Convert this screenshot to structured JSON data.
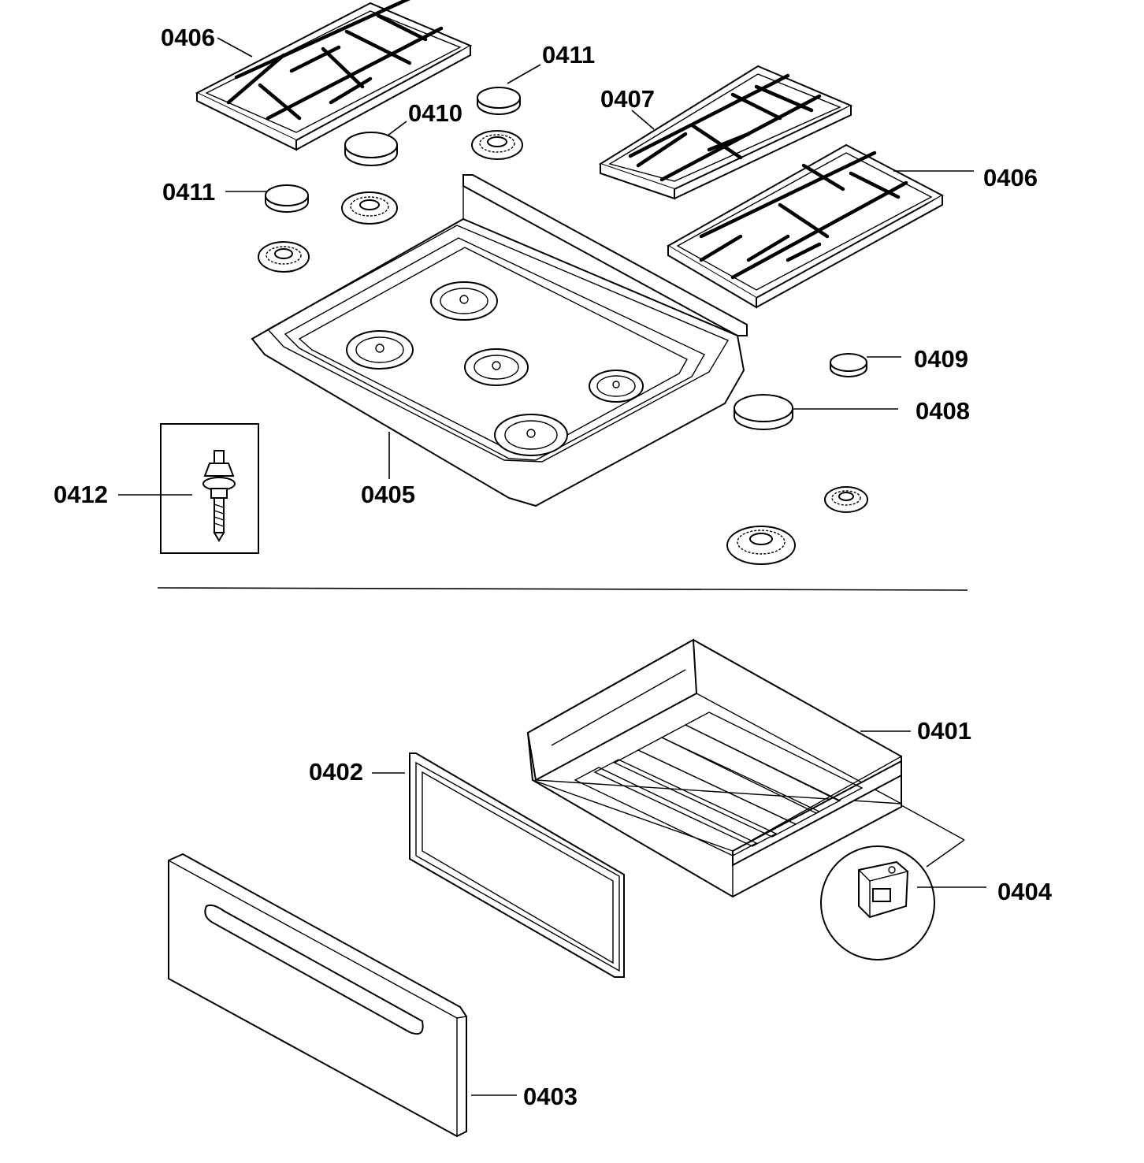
{
  "diagram": {
    "labels": {
      "grate_left": "0406",
      "cap_small_top": "0411",
      "cap_medium": "0410",
      "cap_small_left": "0411",
      "grate_center": "0407",
      "grate_right": "0406",
      "cap_small_right": "0409",
      "cap_large_right": "0408",
      "cooktop": "0405",
      "stud": "0412",
      "drawer_body": "0401",
      "drawer_liner": "0402",
      "drawer_front": "0403",
      "clip": "0404"
    }
  }
}
